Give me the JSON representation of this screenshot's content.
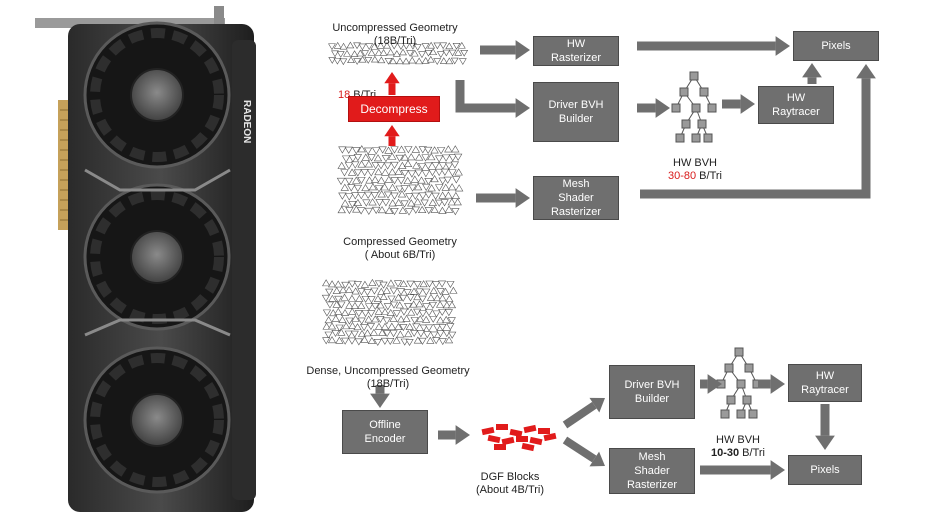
{
  "top": {
    "uncompressed_title": "Uncompressed Geometry",
    "uncompressed_size": "(18B/Tri)",
    "rate_value": "18",
    "rate_unit": " B/Tri",
    "decompress": "Decompress",
    "compressed_title": "Compressed Geometry",
    "compressed_size": "( About 6B/Tri)",
    "hw_rasterizer": "HW\nRasterizer",
    "driver_bvh": "Driver BVH\nBuilder",
    "mesh_shader": "Mesh\nShader\nRasterizer",
    "hw_raytracer": "HW\nRaytracer",
    "pixels": "Pixels",
    "bvh_label": "HW BVH",
    "bvh_rate_value": "30-80",
    "bvh_rate_unit": " B/Tri"
  },
  "bottom": {
    "dense_title": "Dense, Uncompressed Geometry",
    "dense_size": "(18B/Tri)",
    "offline_encoder": "Offline\nEncoder",
    "dgf_title": "DGF Blocks",
    "dgf_size": "(About 4B/Tri)",
    "driver_bvh": "Driver BVH\nBuilder",
    "mesh_shader": "Mesh\nShader\nRasterizer",
    "hw_raytracer": "HW\nRaytracer",
    "pixels": "Pixels",
    "bvh_label": "HW BVH",
    "bvh_rate_value": "10-30",
    "bvh_rate_unit": " B/Tri"
  },
  "gpu": {
    "brand": "RADEON"
  },
  "colors": {
    "box": "#6f6f6f",
    "arrow": "#6f6f6f",
    "accent_red": "#e11b1b"
  }
}
